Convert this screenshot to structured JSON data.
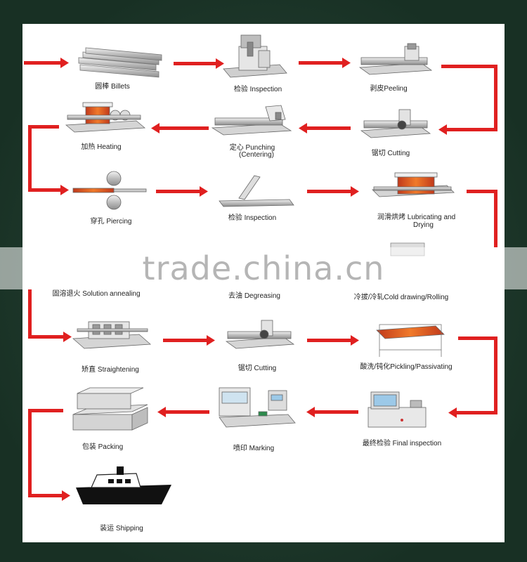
{
  "steps": [
    {
      "id": "billets",
      "label": "圆棒 Billets"
    },
    {
      "id": "inspection1",
      "label": "检验 Inspection"
    },
    {
      "id": "peeling",
      "label": "剥皮Peeling"
    },
    {
      "id": "cutting1",
      "label": "锯切 Cutting"
    },
    {
      "id": "punching",
      "label": "定心 Punching",
      "label2": "(Centering)"
    },
    {
      "id": "heating",
      "label": "加热 Heating"
    },
    {
      "id": "piercing",
      "label": "穿孔 Piercing"
    },
    {
      "id": "inspection2",
      "label": "检验 Inspection"
    },
    {
      "id": "lubricating",
      "label": "润滑烘烤 Lubricating and",
      "label2": "Drying"
    },
    {
      "id": "cold_drawing",
      "label": "冷拔/冷轧Cold drawing/Rolling"
    },
    {
      "id": "degreasing",
      "label": "去油 Degreasing"
    },
    {
      "id": "annealing",
      "label": "固溶退火 Solution annealing"
    },
    {
      "id": "straightening",
      "label": "矫直 Straightening"
    },
    {
      "id": "cutting2",
      "label": "锯切 Cutting"
    },
    {
      "id": "pickling",
      "label": "酸洗/钝化Pickling/Passivating"
    },
    {
      "id": "final_inspection",
      "label": "最终检验 Final inspection"
    },
    {
      "id": "marking",
      "label": "喷印 Marking"
    },
    {
      "id": "packing",
      "label": "包装 Packing"
    },
    {
      "id": "shipping",
      "label": "装运 Shipping"
    }
  ],
  "watermark": "trade.china.cn",
  "colors": {
    "arrow": "#e02020",
    "background": "#1f3a2c",
    "panel": "#ffffff"
  }
}
